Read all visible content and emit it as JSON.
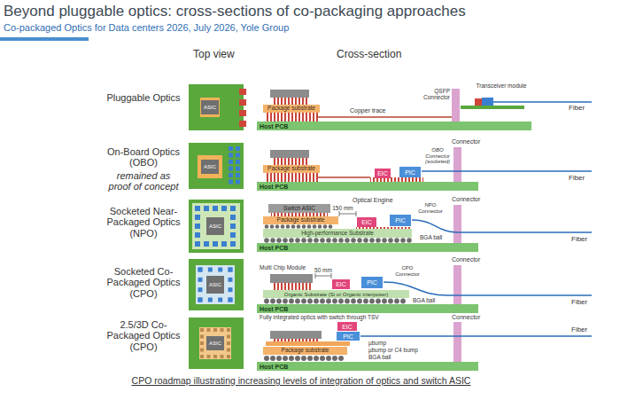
{
  "diagram": {
    "title": "Beyond pluggable optics: cross-sections of co-packaging approaches",
    "caption": "CPO roadmap illustrating increasing levels of integration of optics and switch ASIC",
    "nodes": [
      {
        "text": [
          "ASIC"
        ]
      },
      {
        "text": [
          "Package substrate"
        ]
      },
      {
        "text": [
          "Host PCB"
        ]
      },
      {
        "text": [
          "ASIC"
        ]
      },
      {
        "text": [
          "Package substrate"
        ]
      },
      {
        "text": [
          "EIC"
        ]
      },
      {
        "text": [
          "PIC"
        ]
      },
      {
        "text": [
          "Host PCB"
        ]
      },
      {
        "text": [
          "ASIC"
        ]
      },
      {
        "text": [
          "Switch ASIC"
        ]
      },
      {
        "text": [
          "Package substrate"
        ]
      },
      {
        "text": [
          "EIC"
        ]
      },
      {
        "text": [
          "PIC"
        ]
      },
      {
        "text": [
          "High-performance Substrate"
        ]
      },
      {
        "text": [
          "Host PCB"
        ]
      },
      {
        "text": [
          "ASIC"
        ]
      },
      {
        "text": [
          "EIC"
        ]
      },
      {
        "text": [
          "PIC"
        ]
      },
      {
        "text": [
          "Organic Substrate (Si or Organic interposer)"
        ]
      },
      {
        "text": [
          "Host PCB"
        ]
      },
      {
        "text": [
          "ASIC"
        ]
      },
      {
        "text": [
          "EIC"
        ]
      },
      {
        "text": [
          "PIC"
        ]
      },
      {
        "text": [
          "Package substrate"
        ]
      },
      {
        "text": [
          "Host PCB"
        ]
      }
    ],
    "labels": [
      "Co-packaged Optics for Data centers 2026, July 2026, Yole Group",
      "Top view",
      "Cross-section",
      "Pluggable Optics",
      "Copper trace",
      "QSFP Connector",
      "Transceiver module",
      "Fiber",
      "On-Board Optics (OBO)",
      "remained as proof of concept",
      "OBO Connector (socketed)",
      "Connector",
      "Fiber",
      "Socketed Near-Packaged Optics (NPO)",
      "Optical Engine",
      "150 mm",
      "NPO Connector",
      "BGA ball",
      "Connector",
      "Fiber",
      "Socketed Co-Packaged Optics (CPO)",
      "Multi Chip Module",
      "50 mm",
      "CPO Connector",
      "BGA ball",
      "Connector",
      "Fiber",
      "2.5/3D Co-Packaged Optics (CPO)",
      "Fully integrated optics with switch through TSV",
      "µbump",
      "µbump or C4 bump",
      "BGA ball",
      "Connector",
      "Fiber"
    ]
  }
}
